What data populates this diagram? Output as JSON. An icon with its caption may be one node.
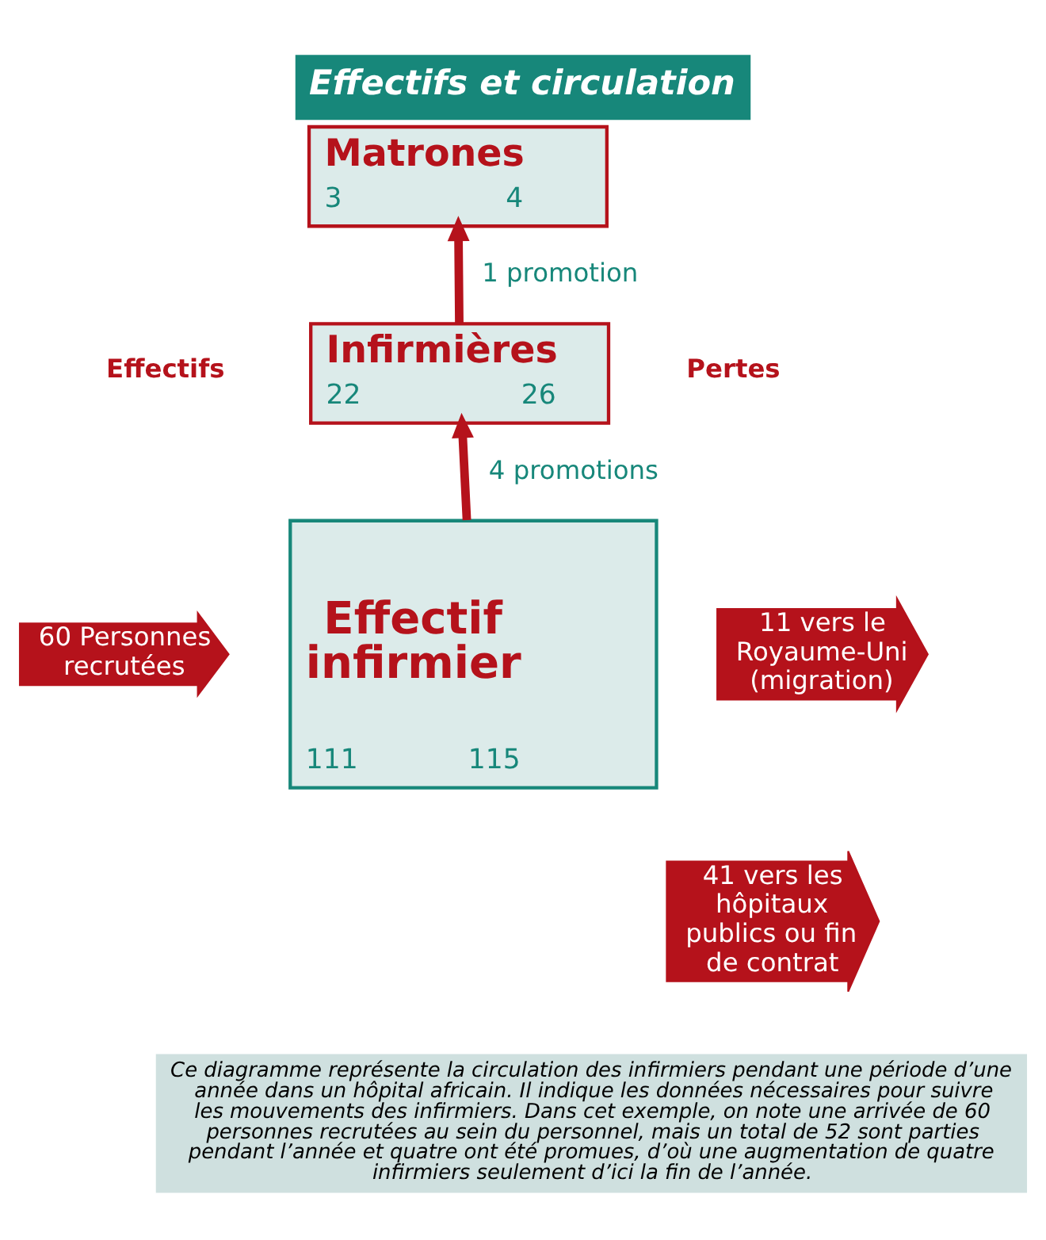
{
  "diagram": {
    "title": "Effectifs et circulation",
    "caption": "Ce diagramme représente la circulation des infirmiers pendant une période d’une année dans un hôpital africain. Il indique les données nécessaires pour suivre les mouvements des infirmiers. Dans cet exemple, on note une arrivée de 60 personnes recrutées au sein du personnel, mais un total de 52 sont parties pendant l’année et quatre ont été promues, d’où une augmentation de quatre infirmiers seulement d’ici la fin de l’année.",
    "nodes": [
      {
        "text": [
          "Matrones",
          "3",
          "4"
        ]
      },
      {
        "text": [
          "Infirmières",
          "22",
          "26"
        ]
      },
      {
        "text": [
          "Effectif infirmier",
          "111",
          "115"
        ]
      },
      {
        "text": [
          "60 Personnes recrutées"
        ]
      },
      {
        "text": [
          "11 vers le Royaume-Uni (migration)"
        ]
      },
      {
        "text": [
          "41 vers les hôpitaux publics ou fin de contrat"
        ]
      }
    ],
    "edges": [
      {
        "from": 2,
        "to": 1,
        "arrow": "to",
        "label": "4 promotions"
      },
      {
        "from": 1,
        "to": 0,
        "arrow": "to",
        "label": "1 promotion"
      }
    ],
    "labels": [
      "Effectifs",
      "Pertes"
    ]
  }
}
